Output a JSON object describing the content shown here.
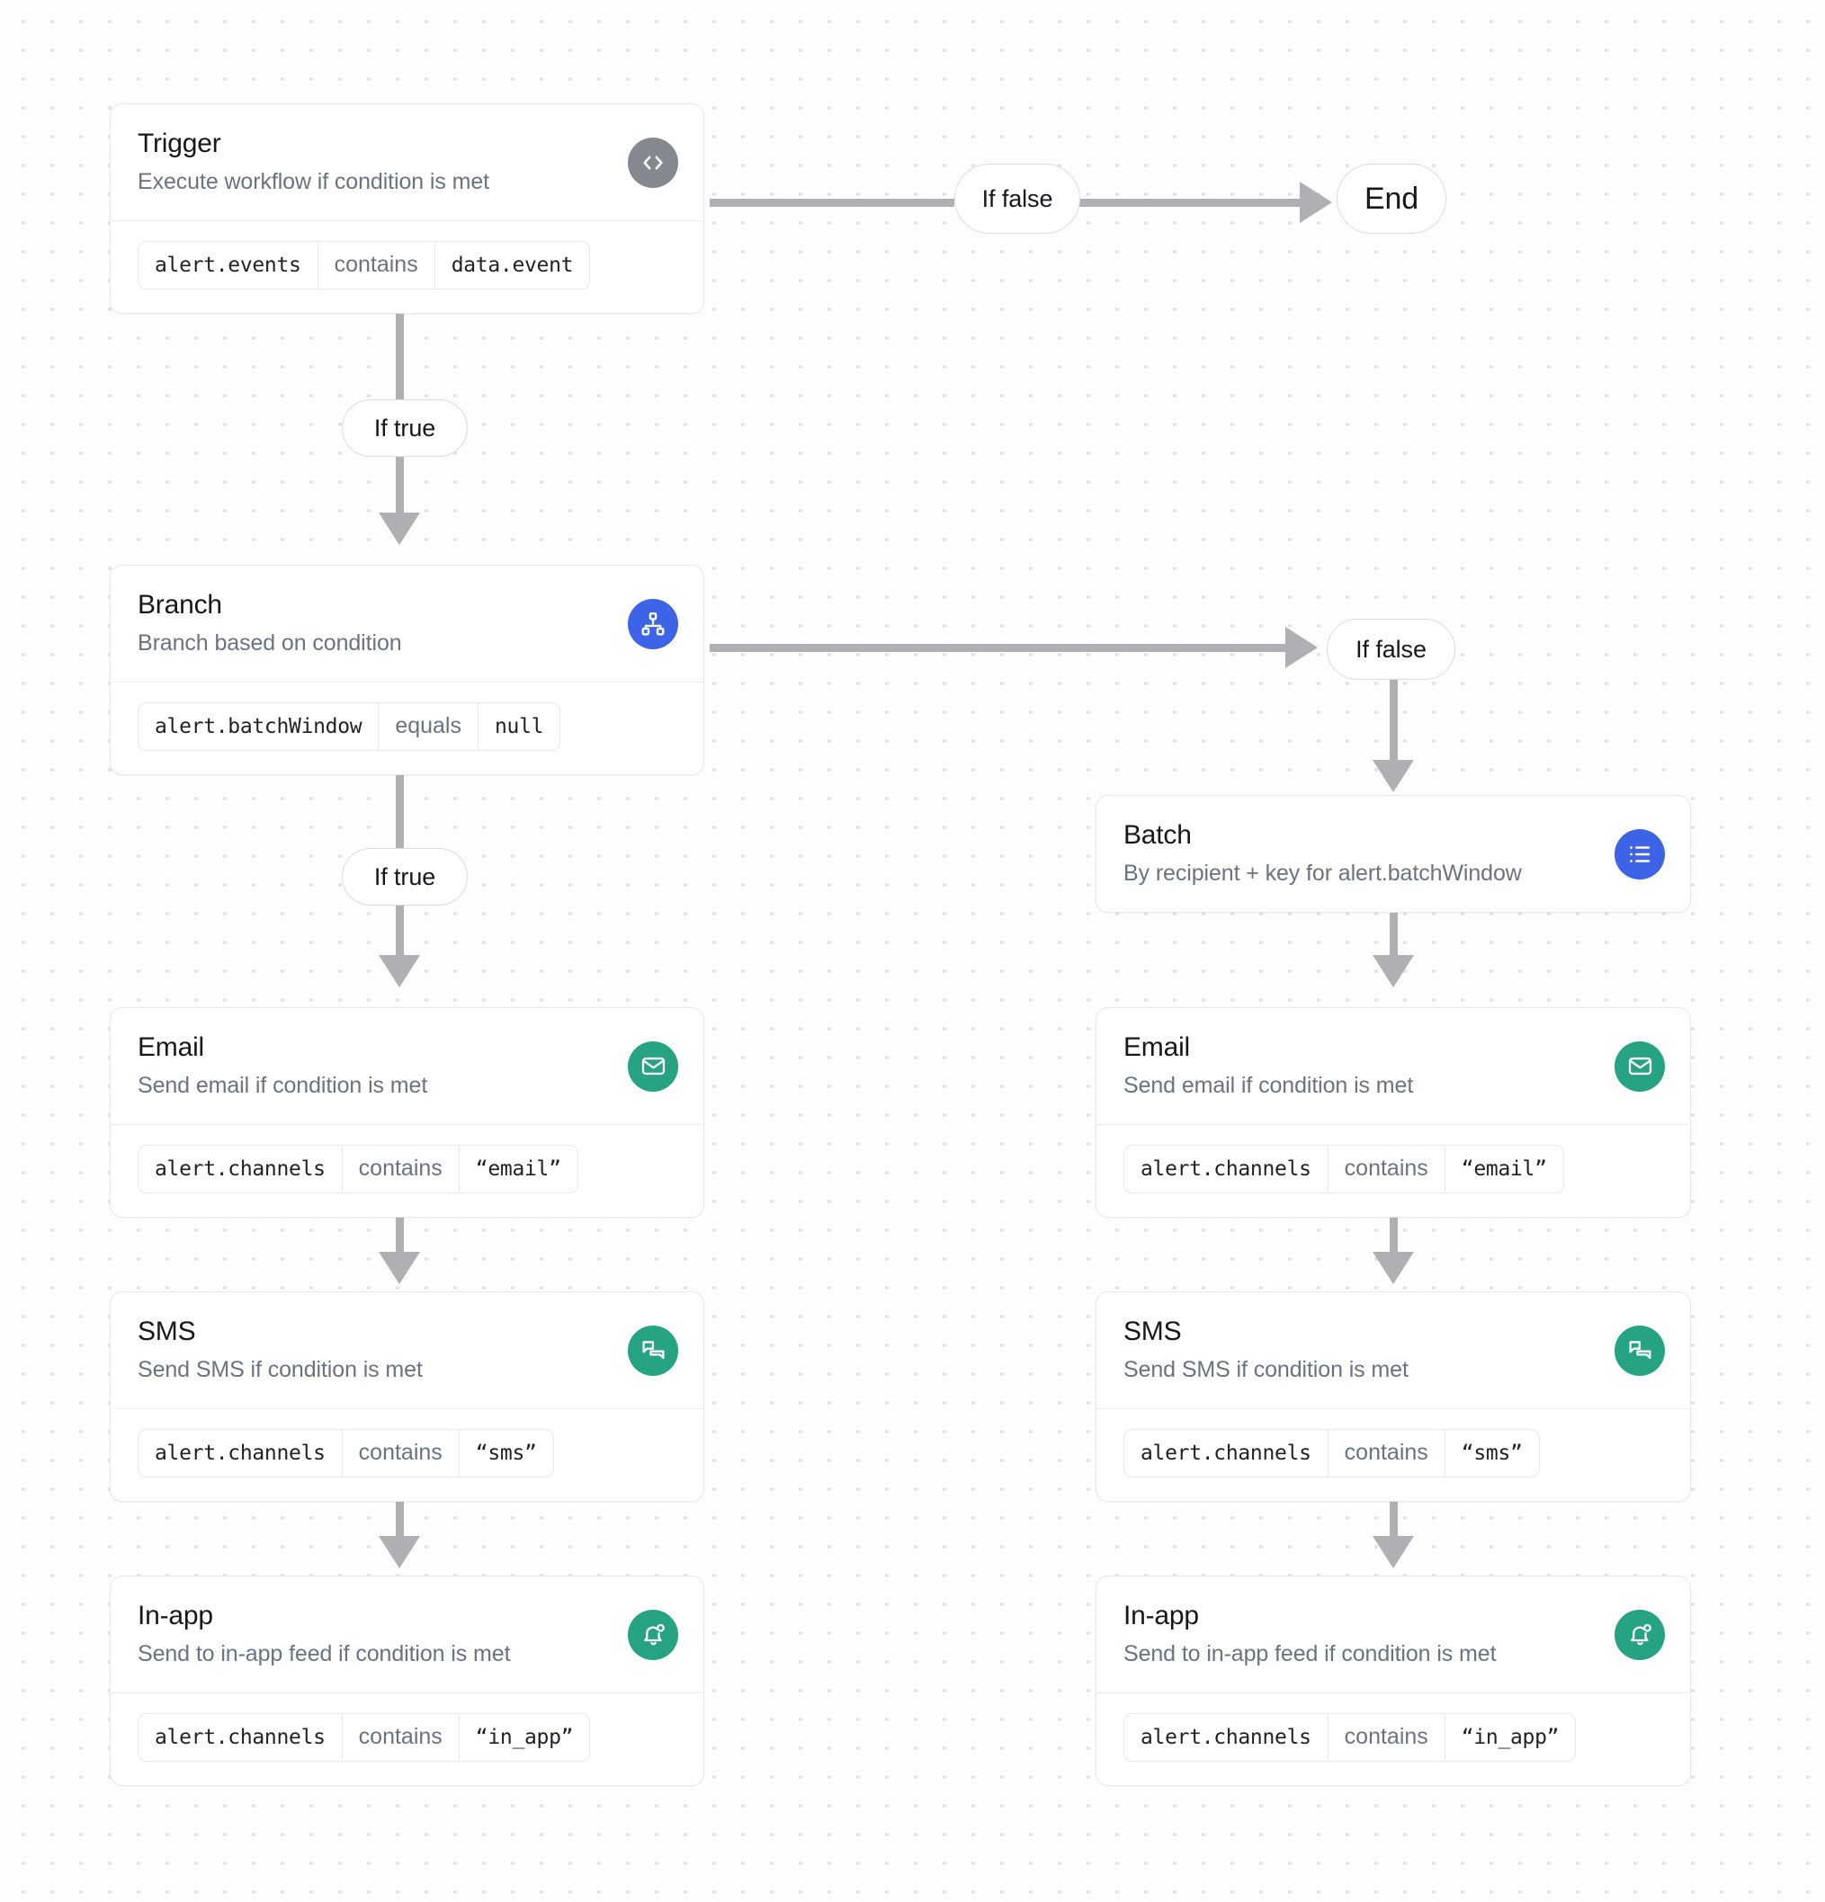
{
  "workflow": {
    "nodes": [
      {
        "id": "trigger",
        "title": "Trigger",
        "subtitle": "Execute workflow if condition is met",
        "icon": "code-icon",
        "icon_color": "#85888f",
        "condition": {
          "field": "alert.events",
          "operator": "contains",
          "value": "data.event"
        }
      },
      {
        "id": "branch",
        "title": "Branch",
        "subtitle": "Branch based on condition",
        "icon": "sitemap-icon",
        "icon_color": "#3d63e6",
        "condition": {
          "field": "alert.batchWindow",
          "operator": "equals",
          "value": "null"
        }
      },
      {
        "id": "batch",
        "title": "Batch",
        "subtitle": "By recipient + key for alert.batchWindow",
        "icon": "list-icon",
        "icon_color": "#3d63e6",
        "condition": null
      },
      {
        "id": "email-left",
        "title": "Email",
        "subtitle": "Send email if condition is met",
        "icon": "envelope-icon",
        "icon_color": "#26a383",
        "condition": {
          "field": "alert.channels",
          "operator": "contains",
          "value": "“email”"
        }
      },
      {
        "id": "sms-left",
        "title": "SMS",
        "subtitle": "Send SMS if condition is met",
        "icon": "chat-bubbles-icon",
        "icon_color": "#26a383",
        "condition": {
          "field": "alert.channels",
          "operator": "contains",
          "value": "“sms”"
        }
      },
      {
        "id": "inapp-left",
        "title": "In-app",
        "subtitle": "Send to in-app feed if condition is met",
        "icon": "bell-icon",
        "icon_color": "#26a383",
        "condition": {
          "field": "alert.channels",
          "operator": "contains",
          "value": "“in_app”"
        }
      },
      {
        "id": "email-right",
        "title": "Email",
        "subtitle": "Send email if condition is met",
        "icon": "envelope-icon",
        "icon_color": "#26a383",
        "condition": {
          "field": "alert.channels",
          "operator": "contains",
          "value": "“email”"
        }
      },
      {
        "id": "sms-right",
        "title": "SMS",
        "subtitle": "Send SMS if condition is met",
        "icon": "chat-bubbles-icon",
        "icon_color": "#26a383",
        "condition": {
          "field": "alert.channels",
          "operator": "contains",
          "value": "“sms”"
        }
      },
      {
        "id": "inapp-right",
        "title": "In-app",
        "subtitle": "Send to in-app feed if condition is met",
        "icon": "bell-icon",
        "icon_color": "#26a383",
        "condition": {
          "field": "alert.channels",
          "operator": "contains",
          "value": "“in_app”"
        }
      }
    ],
    "labels": {
      "trigger_false": "If false",
      "trigger_true": "If true",
      "branch_false": "If false",
      "branch_true": "If true",
      "end": "End"
    }
  },
  "colors": {
    "canvas_bg": "#fdfdfd",
    "grid_dot": "#e2e2e5",
    "card_border": "#e8e8ea",
    "edge": "#b0b0b4",
    "title": "#16181d",
    "subtitle": "#6b7280",
    "accent_blue": "#3d63e6",
    "accent_green": "#26a383",
    "accent_gray": "#85888f"
  }
}
